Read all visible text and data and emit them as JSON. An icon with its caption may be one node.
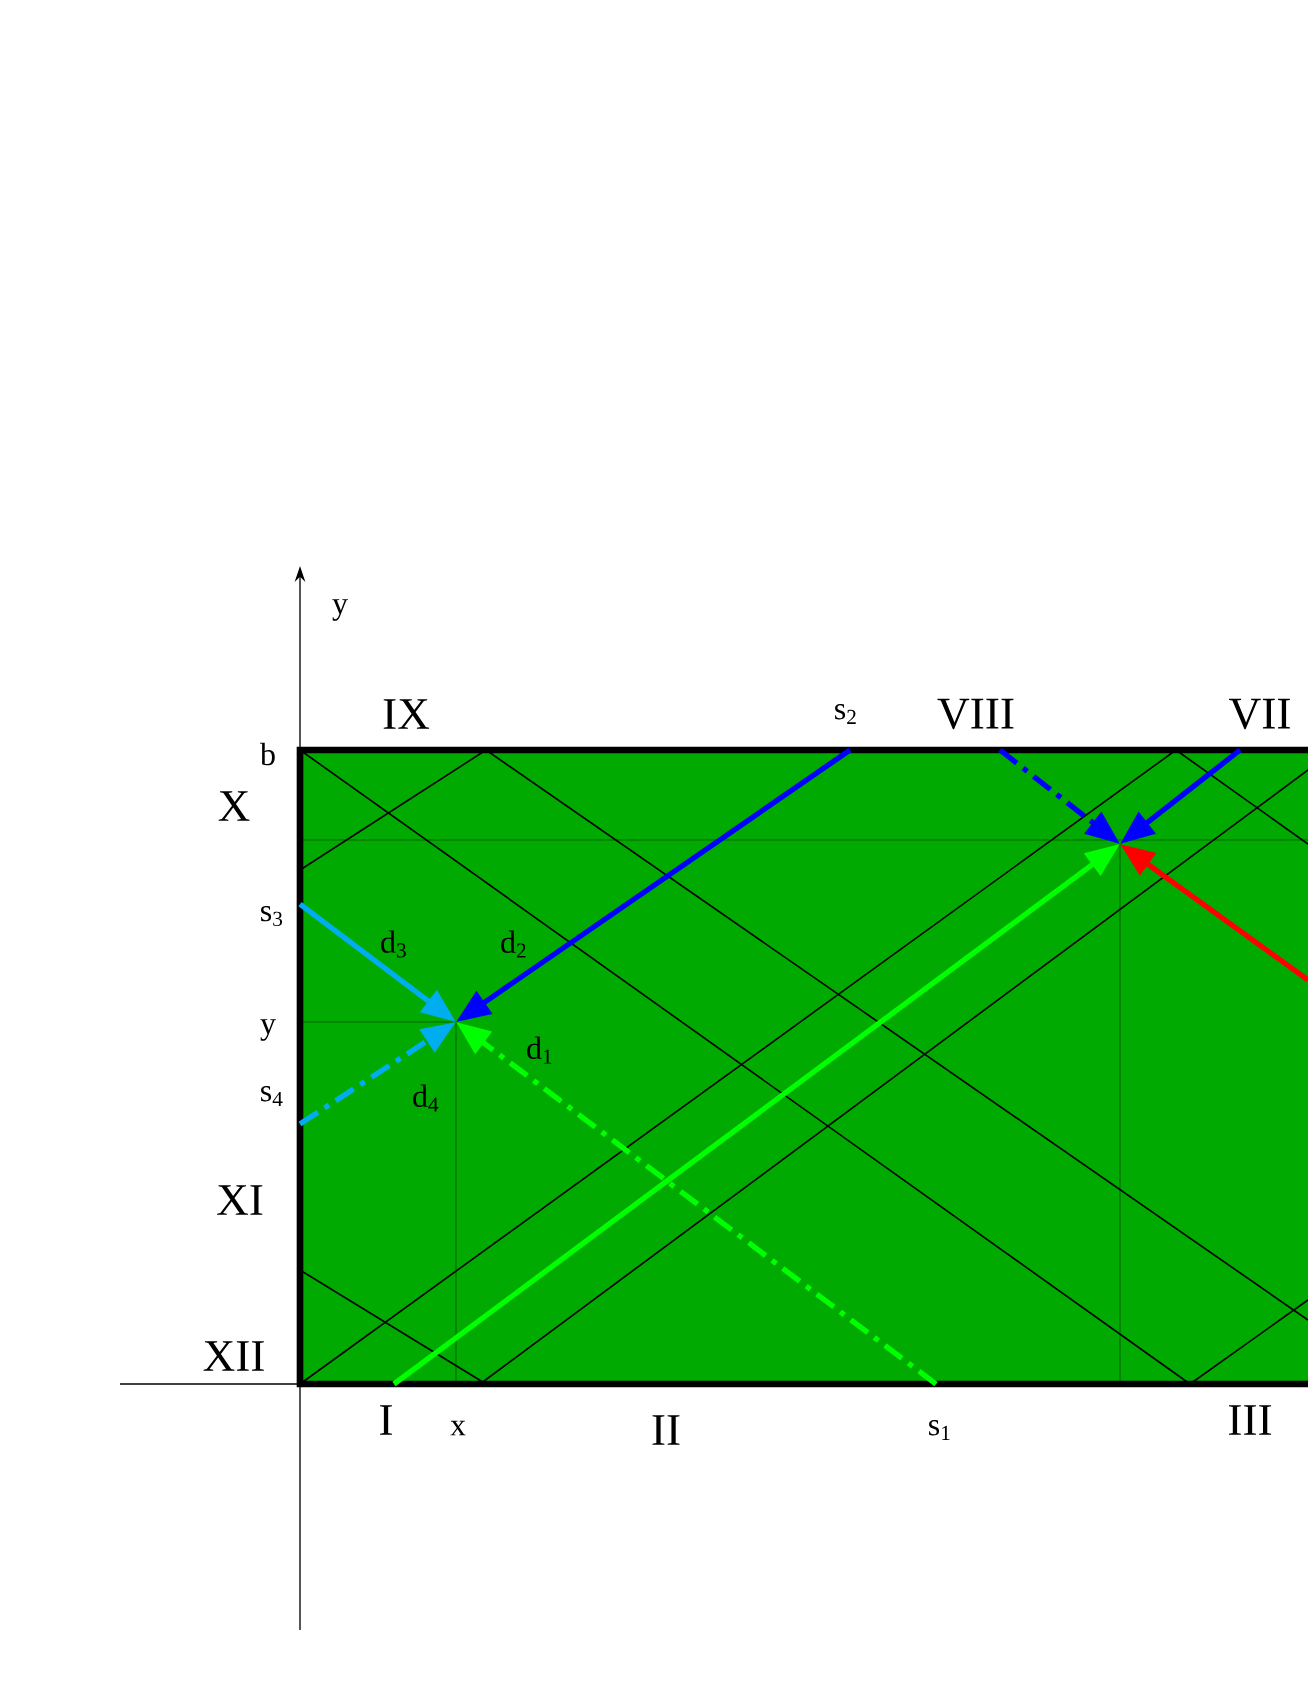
{
  "diagram": {
    "labels": [
      "y",
      "IX",
      "b",
      "s$_{2}$",
      "VIII",
      "VII",
      "X",
      "s$_{3}$",
      "d$_{3}$",
      "d$_{2}$",
      "y",
      "d$_{1}$",
      "s$_{4}$",
      "d$_{4}$",
      "XI",
      "XII",
      "I",
      "x",
      "II",
      "s$_{1}$",
      "III"
    ]
  }
}
